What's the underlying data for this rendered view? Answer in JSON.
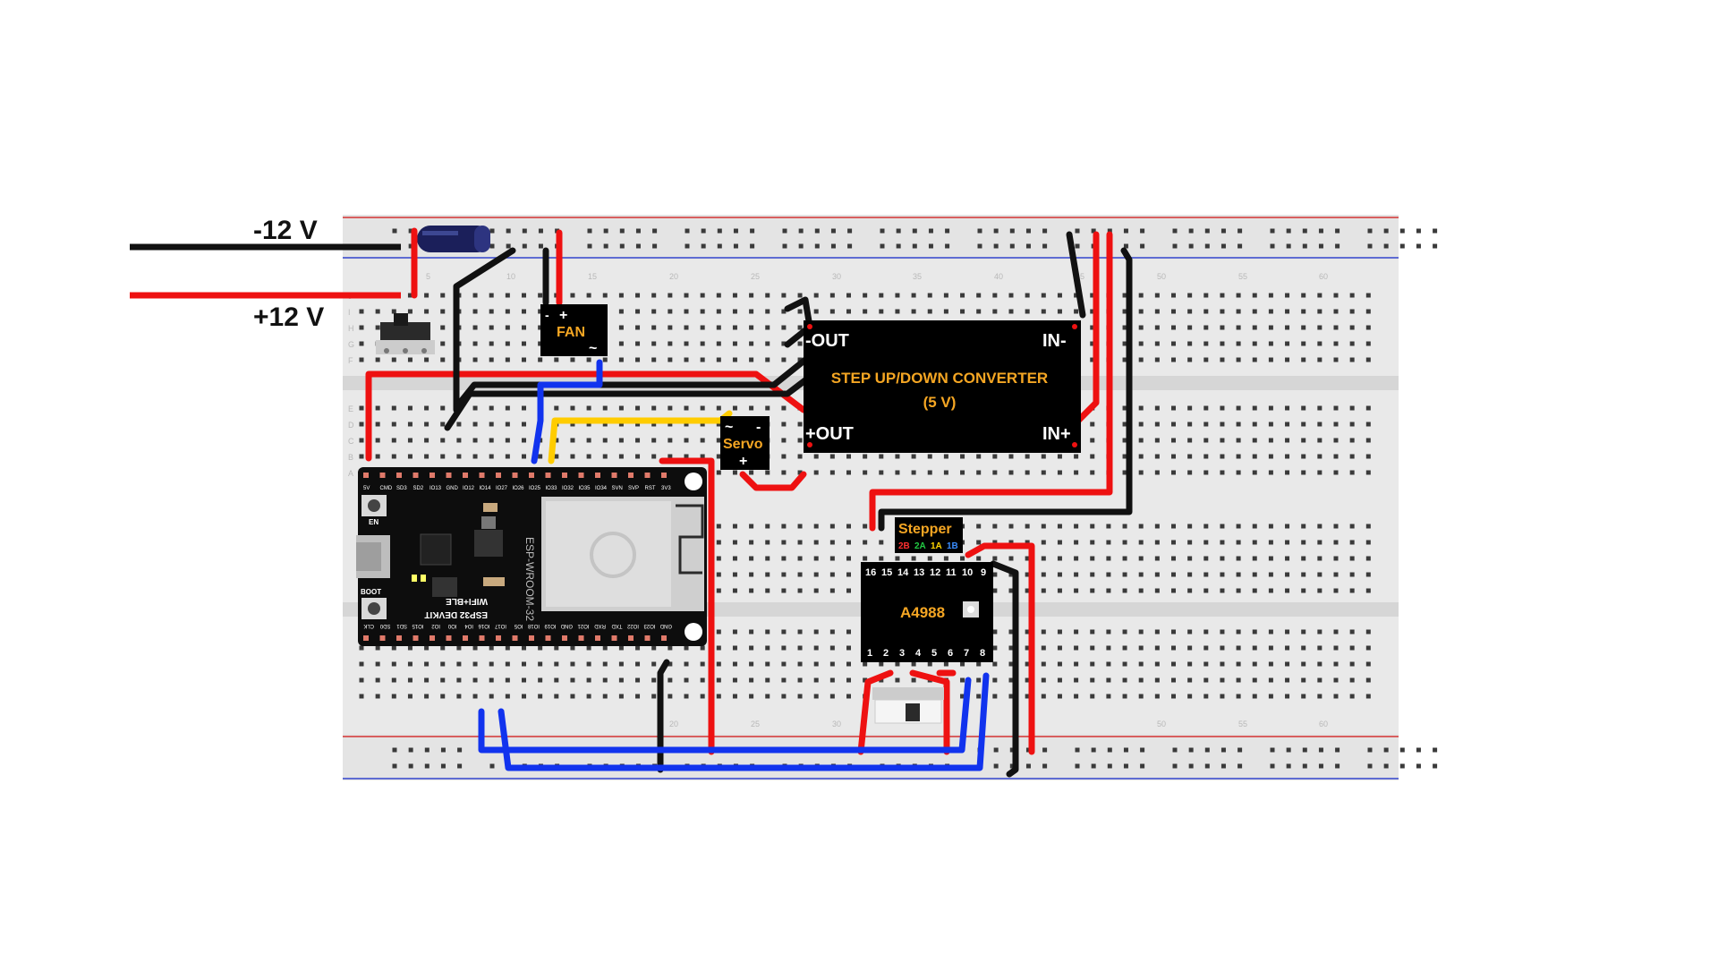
{
  "supply": {
    "neg_label": "-12 V",
    "pos_label": "+12 V"
  },
  "fan": {
    "label": "FAN",
    "minus": "-",
    "plus": "+",
    "signal": "~"
  },
  "converter": {
    "title_line1": "STEP UP/DOWN CONVERTER",
    "title_line2": "(5 V)",
    "out_neg": "-OUT",
    "out_pos": "+OUT",
    "in_neg": "IN-",
    "in_pos": "IN+"
  },
  "servo": {
    "label": "Servo",
    "signal": "~",
    "minus": "-",
    "plus": "+"
  },
  "stepper": {
    "label": "Stepper",
    "pins": [
      {
        "name": "2B",
        "color": "#ff3030"
      },
      {
        "name": "2A",
        "color": "#22cc44"
      },
      {
        "name": "1A",
        "color": "#ffd400"
      },
      {
        "name": "1B",
        "color": "#3a8dff"
      }
    ]
  },
  "driver": {
    "label": "A4988",
    "top_pins": [
      "16",
      "15",
      "14",
      "13",
      "12",
      "11",
      "10",
      "9"
    ],
    "bottom_pins": [
      "1",
      "2",
      "3",
      "4",
      "5",
      "6",
      "7",
      "8"
    ]
  },
  "esp32": {
    "top_pins": [
      "5V",
      "CMD",
      "SD3",
      "SD2",
      "IO13",
      "GND",
      "IO12",
      "IO14",
      "IO27",
      "IO26",
      "IO25",
      "IO33",
      "IO32",
      "IO35",
      "IO34",
      "SVN",
      "SVP",
      "RST",
      "3V3"
    ],
    "bottom_pins": [
      "CLK",
      "SD0",
      "SD1",
      "IO15",
      "IO2",
      "IO0",
      "IO4",
      "IO16",
      "IO17",
      "IO5",
      "IO18",
      "IO19",
      "GND",
      "IO21",
      "RXD",
      "TXD",
      "IO22",
      "IO23",
      "GND"
    ],
    "en_label": "EN",
    "boot_label": "BOOT",
    "board_line1": "WIFI+BLE",
    "board_line2": "ESP32 DEVKIT",
    "module_text": "ESP-WROOM-32"
  },
  "breadboard": {
    "column_numbers": [
      "5",
      "10",
      "15",
      "20",
      "25",
      "30",
      "35",
      "40",
      "45",
      "50",
      "55",
      "60"
    ],
    "row_letters_top": [
      "J",
      "I",
      "H",
      "G",
      "F"
    ],
    "row_letters_bottom": [
      "E",
      "D",
      "C",
      "B",
      "A"
    ]
  },
  "colors": {
    "wire_red": "#ee1111",
    "wire_black": "#111111",
    "wire_blue": "#1133ee",
    "wire_yellow": "#ffcc00",
    "module_orange": "#f5a623",
    "breadboard": "#e9e9e9",
    "rail_red": "#d33333",
    "rail_blue": "#3344cc"
  }
}
